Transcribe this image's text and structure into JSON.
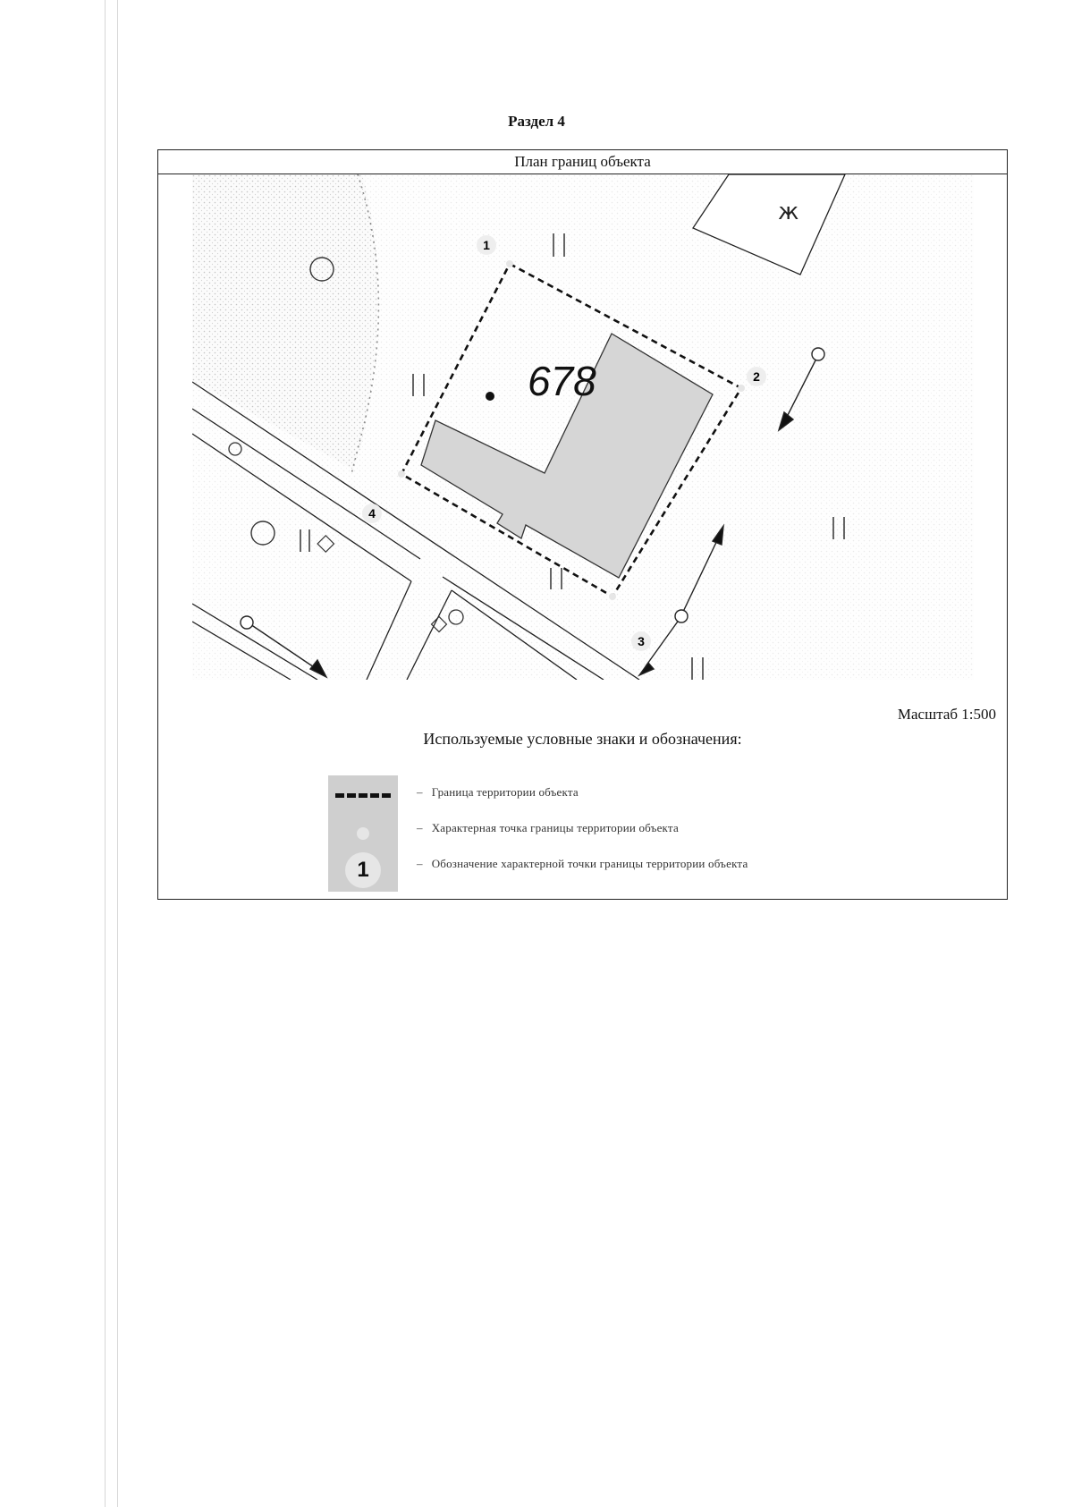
{
  "section_title": "Раздел 4",
  "frame_header": "План границ объекта",
  "parcel_number": "678",
  "points": [
    {
      "label": "1"
    },
    {
      "label": "2"
    },
    {
      "label": "3"
    },
    {
      "label": "4"
    }
  ],
  "scale_label": "Масштаб 1:500",
  "legend": {
    "title": "Используемые условные знаки и обозначения:",
    "items": [
      {
        "symbol": "dashed-boundary-line",
        "text": "Граница территории объекта"
      },
      {
        "symbol": "boundary-point-dot",
        "text": "Характерная точка границы территории объекта"
      },
      {
        "symbol": "numbered-point",
        "number": "1",
        "text": "Обозначение характерной точки границы территории объекта"
      }
    ]
  },
  "colors": {
    "boundary": "#111111",
    "building_fill": "#d6d6d6",
    "map_stipple": "#e8e8e8",
    "legend_background": "#cfcfcf"
  }
}
